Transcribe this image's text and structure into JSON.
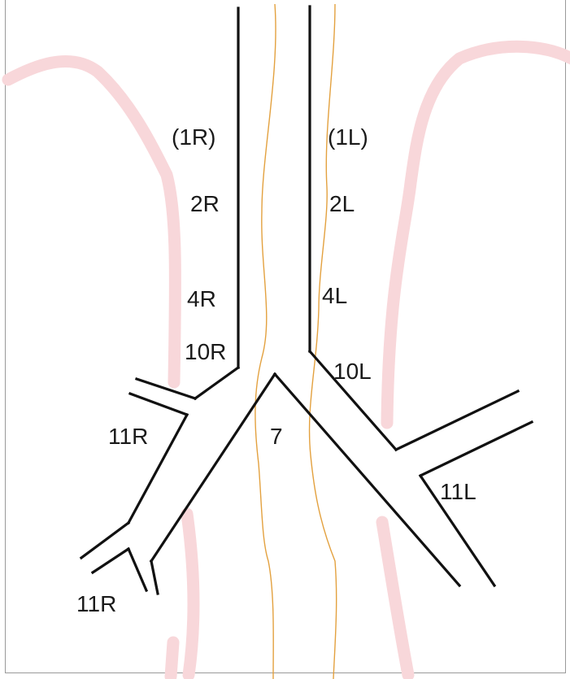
{
  "labels": {
    "r1": "(1R)",
    "l1": "(1L)",
    "r2": "2R",
    "l2": "2L",
    "r4": "4R",
    "l4": "4L",
    "r10": "10R",
    "l10": "10L",
    "r11_upper": "11R",
    "r11_lower": "11R",
    "l11": "11L",
    "subcarinal": "7"
  },
  "colors": {
    "airway": "#111111",
    "esophagus": "#e3a13f",
    "pleura": "#f8d7da"
  }
}
